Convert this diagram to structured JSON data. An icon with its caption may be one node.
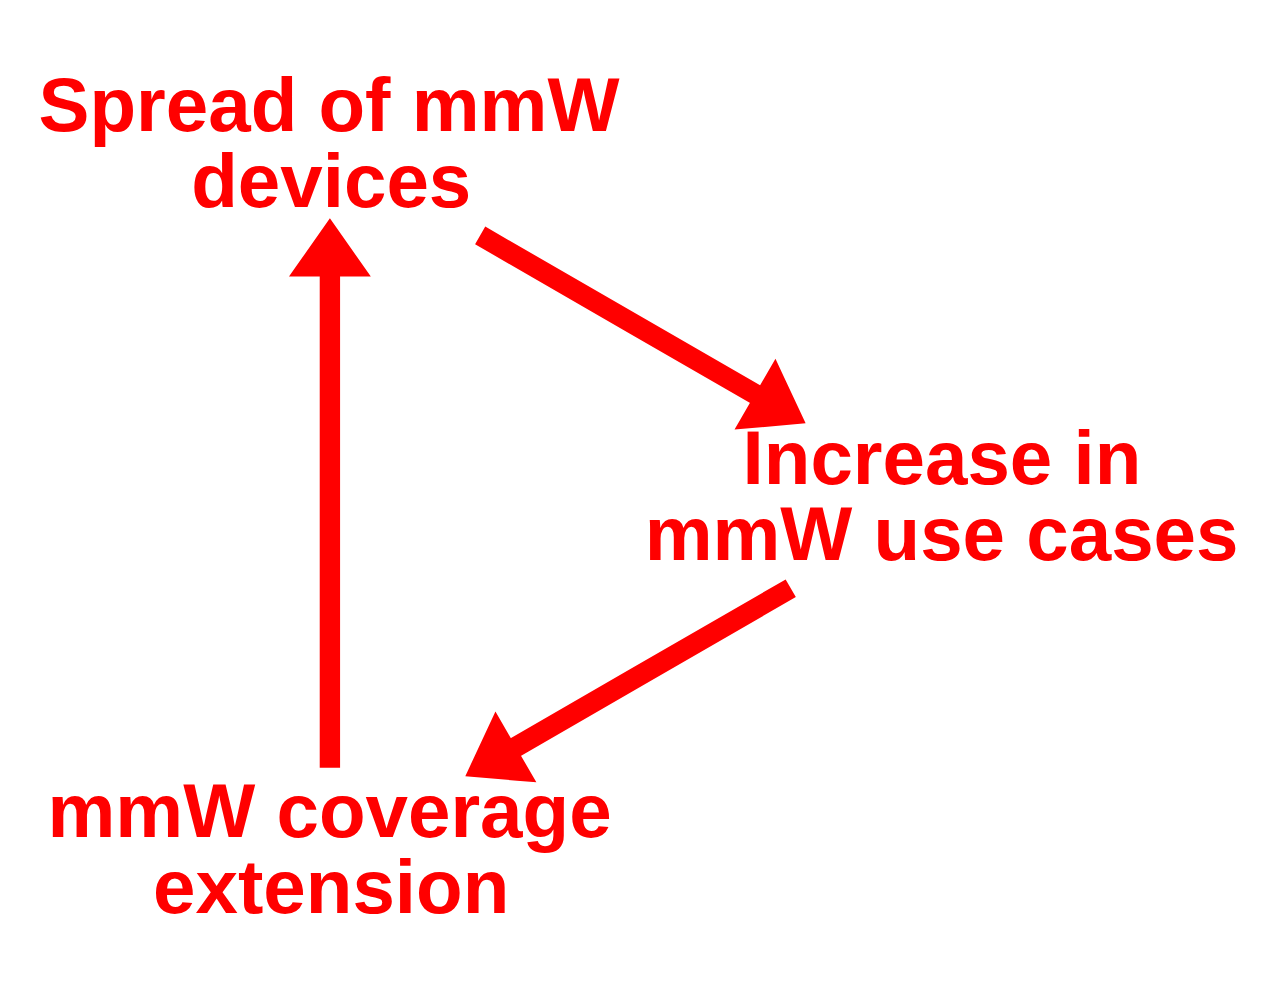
{
  "diagram": {
    "nodes": [
      {
        "text": [
          "mmW coverage extension"
        ]
      },
      {
        "text": [
          "Spread of mmW devices"
        ]
      },
      {
        "text": [
          "Increase in mmW use cases"
        ]
      }
    ],
    "edges": [
      {
        "from": 0,
        "to": 1,
        "arrow": "to"
      },
      {
        "from": 1,
        "to": 2,
        "arrow": "to"
      },
      {
        "from": 2,
        "to": 0,
        "arrow": "to"
      }
    ]
  }
}
